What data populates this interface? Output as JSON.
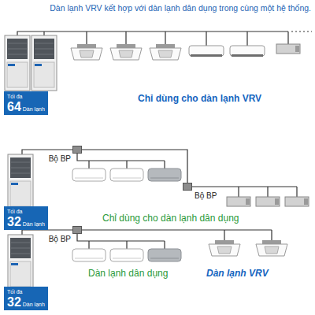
{
  "diagram": {
    "title": "Dàn lạnh VRV kết hợp với dàn lạnh dân dụng trong cùng một hệ thống.",
    "nodes": [
      {
        "text": [
          "Tối đa",
          "64",
          "Dàn lạnh"
        ]
      },
      {
        "text": [
          "Bộ BP"
        ]
      },
      {
        "text": [
          "Bộ BP"
        ]
      },
      {
        "text": [
          "Tối đa",
          "32",
          "Dàn lạnh"
        ]
      },
      {
        "text": [
          "Bộ BP"
        ]
      },
      {
        "text": [
          "Tối đa",
          "32",
          "Dàn lạnh"
        ]
      }
    ],
    "edges": [
      {
        "from": 1,
        "to": 2,
        "arrow": "none"
      }
    ],
    "labels": [
      "Chỉ dùng cho dàn lạnh VRV",
      "Chỉ dùng cho dàn lạnh dân dụng",
      "Dàn lạnh dân dụng",
      "Dàn lạnh VRV"
    ]
  }
}
